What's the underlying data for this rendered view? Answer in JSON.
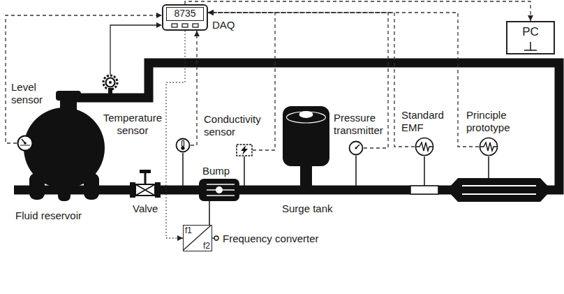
{
  "diagram": {
    "nodes": [
      {
        "text": [
          "8735",
          "DAQ"
        ]
      },
      {
        "text": [
          "PC"
        ]
      },
      {
        "text": [
          "Level sensor"
        ]
      },
      {
        "text": [
          "Temperature sensor"
        ]
      },
      {
        "text": [
          "Conductivity sensor"
        ]
      },
      {
        "text": [
          "Pressure transmitter"
        ]
      },
      {
        "text": [
          "Standard EMF"
        ]
      },
      {
        "text": [
          "Principle prototype"
        ]
      },
      {
        "text": [
          "f1",
          "f2",
          "Frequency converter"
        ]
      }
    ],
    "edges": [
      {
        "from": 0,
        "to": 1,
        "arrow": "to"
      },
      {
        "from": 2,
        "to": 0,
        "arrow": "to"
      },
      {
        "from": 3,
        "to": 0,
        "arrow": "to"
      },
      {
        "from": 4,
        "to": 0,
        "arrow": "to"
      },
      {
        "from": 5,
        "to": 0,
        "arrow": "to"
      },
      {
        "from": 6,
        "to": 0,
        "arrow": "to"
      },
      {
        "from": 7,
        "to": 0,
        "arrow": "to"
      },
      {
        "from": 0,
        "to": 8,
        "arrow": "to"
      }
    ],
    "labels": [
      "Bump",
      "Surge tank",
      "Valve",
      "Fluid reservoir"
    ]
  }
}
